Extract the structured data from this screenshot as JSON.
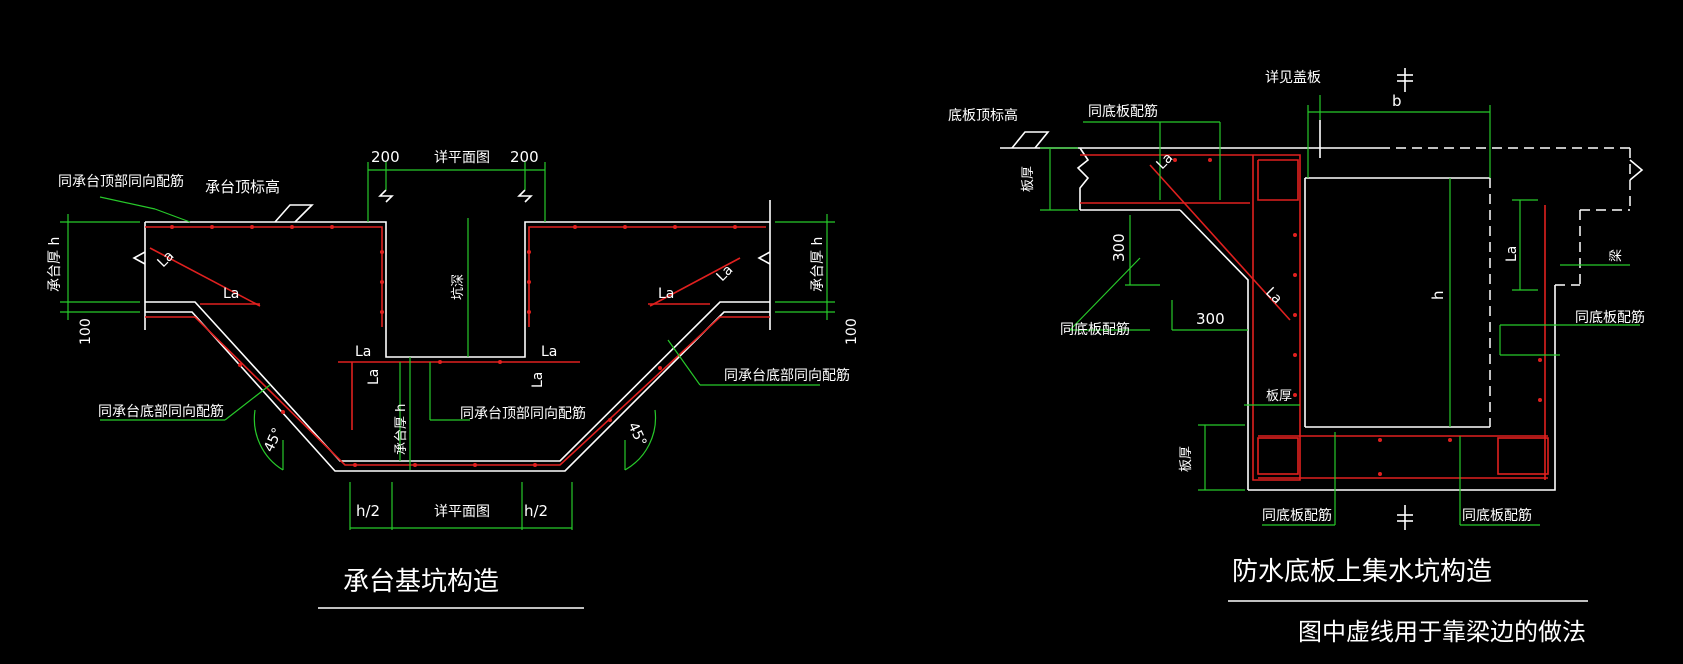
{
  "left": {
    "title": "承台基坑构造",
    "labels": {
      "top_rebar": "同承台顶部同向配筋",
      "cap_top_elev": "承台顶标高",
      "cap_thk_left": "承台厚 h",
      "cap_thk_right": "承台厚 h",
      "hundred_left": "100",
      "hundred_right": "100",
      "dim200_left": "200",
      "dim200_right": "200",
      "plan_top": "详平面图",
      "pit_depth": "坑深",
      "la_1": "La",
      "la_2": "La",
      "la_3": "La",
      "la_4": "La",
      "la_5": "La",
      "la_6": "La",
      "la_7": "La",
      "bottom_rebar_left": "同承台底部同向配筋",
      "bottom_rebar_right": "同承台底部同向配筋",
      "top_rebar_center": "同承台顶部同向配筋",
      "cap_thk_center": "承台厚 h",
      "deg_left": "45°",
      "deg_right": "45°",
      "h2_left": "h/2",
      "h2_right": "h/2",
      "plan_bottom": "详平面图"
    }
  },
  "right": {
    "title": "防水底板上集水坑构造",
    "note": "图中虚线用于靠梁边的做法",
    "labels": {
      "see_cover": "详见盖板",
      "bottom_elev": "底板顶标高",
      "same_slab_top": "同底板配筋",
      "slab_thk_top": "板厚",
      "dim_b": "b",
      "la_a": "La",
      "la_b": "La",
      "la_c": "La",
      "dim300_v": "300",
      "dim300_h": "300",
      "same_slab_left": "同底板配筋",
      "h_label": "h",
      "beam": "梁",
      "same_slab_right": "同底板配筋",
      "slab_thk_mid": "板厚",
      "slab_thk_bottom": "板厚",
      "same_slab_bottom_left": "同底板配筋",
      "same_slab_bottom_right": "同底板配筋"
    }
  },
  "colors": {
    "background": "#000000",
    "outline": "#ffffff",
    "rebar": "#e0201f",
    "dimension": "#27c92a"
  }
}
